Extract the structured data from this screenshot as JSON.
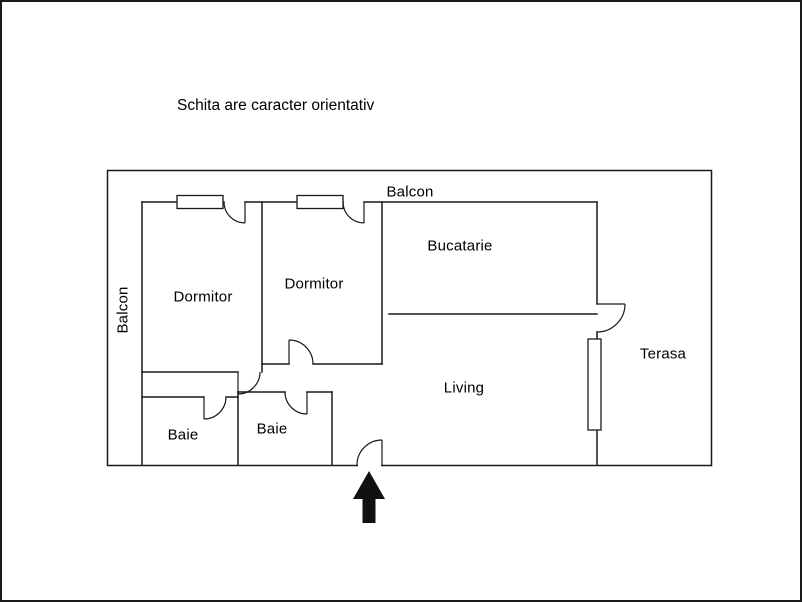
{
  "disclaimer": "Schita are caracter orientativ",
  "plan": {
    "balcony_top_label": "Balcon",
    "balcony_left_label": "Balcon",
    "rooms": {
      "dormitor_1": "Dormitor",
      "dormitor_2": "Dormitor",
      "bucatarie": "Bucatarie",
      "living": "Living",
      "baie_1": "Baie",
      "baie_2": "Baie",
      "terasa": "Terasa"
    }
  },
  "colors": {
    "line": "#1a1a1a",
    "text": "#000000",
    "background": "#ffffff"
  }
}
